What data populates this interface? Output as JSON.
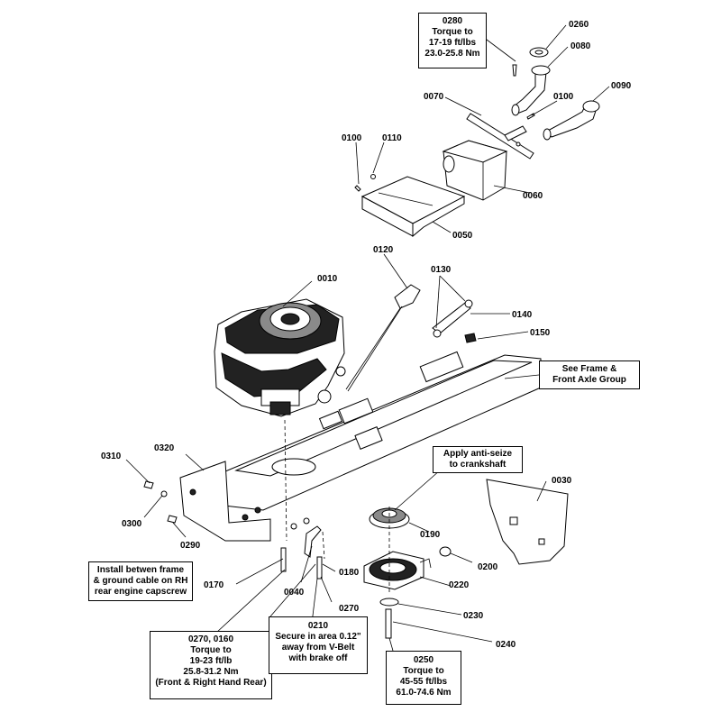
{
  "callouts": {
    "c0010": "0010",
    "c0030": "0030",
    "c0040": "0040",
    "c0050": "0050",
    "c0060": "0060",
    "c0070": "0070",
    "c0080": "0080",
    "c0090": "0090",
    "c0100a": "0100",
    "c0100b": "0100",
    "c0110": "0110",
    "c0120": "0120",
    "c0130": "0130",
    "c0140": "0140",
    "c0150": "0150",
    "c0170": "0170",
    "c0180": "0180",
    "c0190": "0190",
    "c0200": "0200",
    "c0220": "0220",
    "c0230": "0230",
    "c0240": "0240",
    "c0260": "0260",
    "c0270": "0270",
    "c0290": "0290",
    "c0300": "0300",
    "c0310": "0310",
    "c0320": "0320"
  },
  "notes": {
    "n0280": {
      "l1": "0280",
      "l2": "Torque to",
      "l3": "17-19 ft/lbs",
      "l4": "23.0-25.8 Nm"
    },
    "frame": {
      "l1": "See Frame &",
      "l2": "Front Axle Group"
    },
    "antiseize": {
      "l1": "Apply anti-seize",
      "l2": "to crankshaft"
    },
    "install": {
      "l1": "Install betwen frame",
      "l2": "& ground cable on RH",
      "l3": "rear engine capscrew"
    },
    "n0270_0160": {
      "l1": "0270, 0160",
      "l2": "Torque to",
      "l3": "19-23 ft/lb",
      "l4": "25.8-31.2 Nm",
      "l5": "(Front & Right Hand Rear)"
    },
    "n0210": {
      "l1": "0210",
      "l2": "Secure in area 0.12\"",
      "l3": "away from V-Belt",
      "l4": "with brake off"
    },
    "n0250": {
      "l1": "0250",
      "l2": "Torque to",
      "l3": "45-55 ft/lbs",
      "l4": "61.0-74.6 Nm"
    }
  }
}
